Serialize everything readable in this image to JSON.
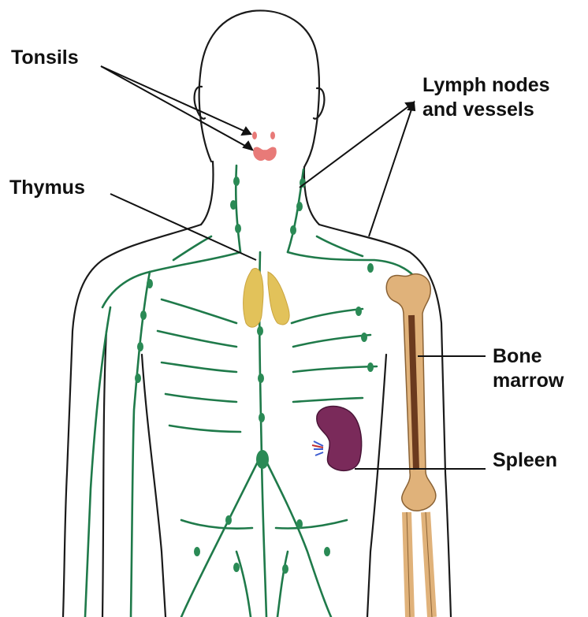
{
  "labels": {
    "tonsils": "Tonsils",
    "lymph_line1": "Lymph nodes",
    "lymph_line2": "and vessels",
    "thymus": "Thymus",
    "bone_line1": "Bone",
    "bone_line2": "marrow",
    "spleen": "Spleen"
  },
  "colors": {
    "outline": "#1a1a1a",
    "lymph_vessel": "#1f7a4a",
    "lymph_node": "#2a8a55",
    "thymus": "#e2c25a",
    "tonsil": "#e87a78",
    "spleen": "#7a2a5a",
    "bone": "#e0b27a",
    "marrow": "#6b3a1e",
    "leader_line": "#111111"
  }
}
